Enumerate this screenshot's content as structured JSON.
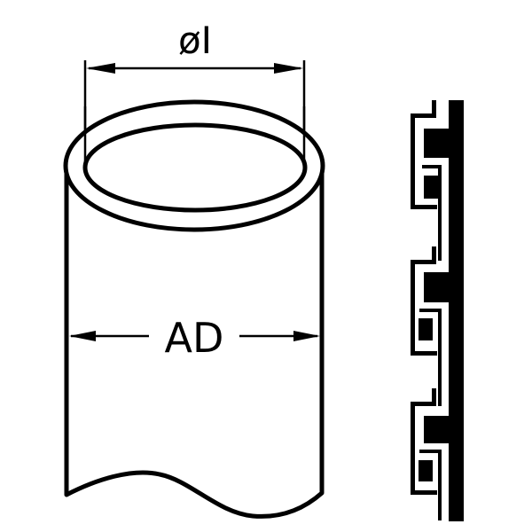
{
  "diagram": {
    "title": "Conduit / hose cross-section dimension drawing",
    "labels": {
      "inner_diameter": "øI",
      "outer_diameter": "AD"
    },
    "colors": {
      "stroke": "#000000",
      "background": "#ffffff"
    },
    "components": [
      {
        "id": "tube",
        "description": "Cylindrical tube with wall thickness, wavy break line at bottom"
      },
      {
        "id": "dimension-inner",
        "description": "Inner diameter dimension with arrows and extension lines"
      },
      {
        "id": "dimension-outer",
        "description": "Outer diameter dimension with arrows"
      },
      {
        "id": "wall-profile",
        "description": "Sectional profile of the corrugated/interlocked wall, 3 repeating segments"
      }
    ]
  }
}
